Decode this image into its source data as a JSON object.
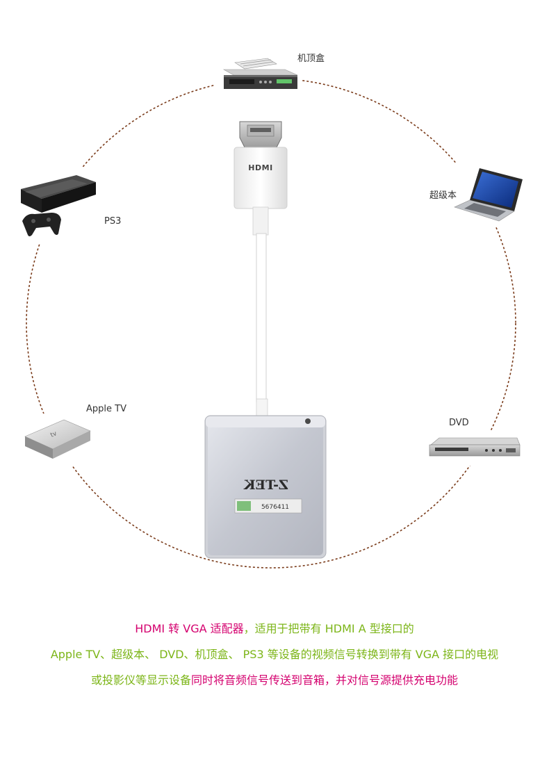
{
  "devices": {
    "set_top_box": {
      "label": "机顶盒",
      "icon": "set-top-box-icon"
    },
    "ps3": {
      "label": "PS3",
      "icon": "game-console-icon"
    },
    "ultrabook": {
      "label": "超级本",
      "icon": "laptop-icon"
    },
    "apple_tv": {
      "label": "Apple TV",
      "icon": "apple-tv-icon"
    },
    "dvd": {
      "label": "DVD",
      "icon": "dvd-player-icon"
    }
  },
  "product": {
    "plug_marking": "HDMI",
    "brand": "Z-TEK",
    "serial": "5676411"
  },
  "caption": {
    "line1_a": "HDMI 转 VGA 适配器",
    "line1_b": "，适用于把带有 HDMI A 型接口的",
    "line2": "Apple TV、超级本、 DVD、机顶盒、 PS3 等设备的视频信号转换到带有 VGA 接口的电视",
    "line3_a": "或投影仪等显示设备",
    "line3_b": "同时将音频信号传送到音箱，并对信号源提供充电功能"
  },
  "colors": {
    "circle": "#7a3b1a",
    "magenta": "#d4006e",
    "green": "#7cb518",
    "cable": "#ffffff",
    "adapter": "#c9cbd3"
  }
}
